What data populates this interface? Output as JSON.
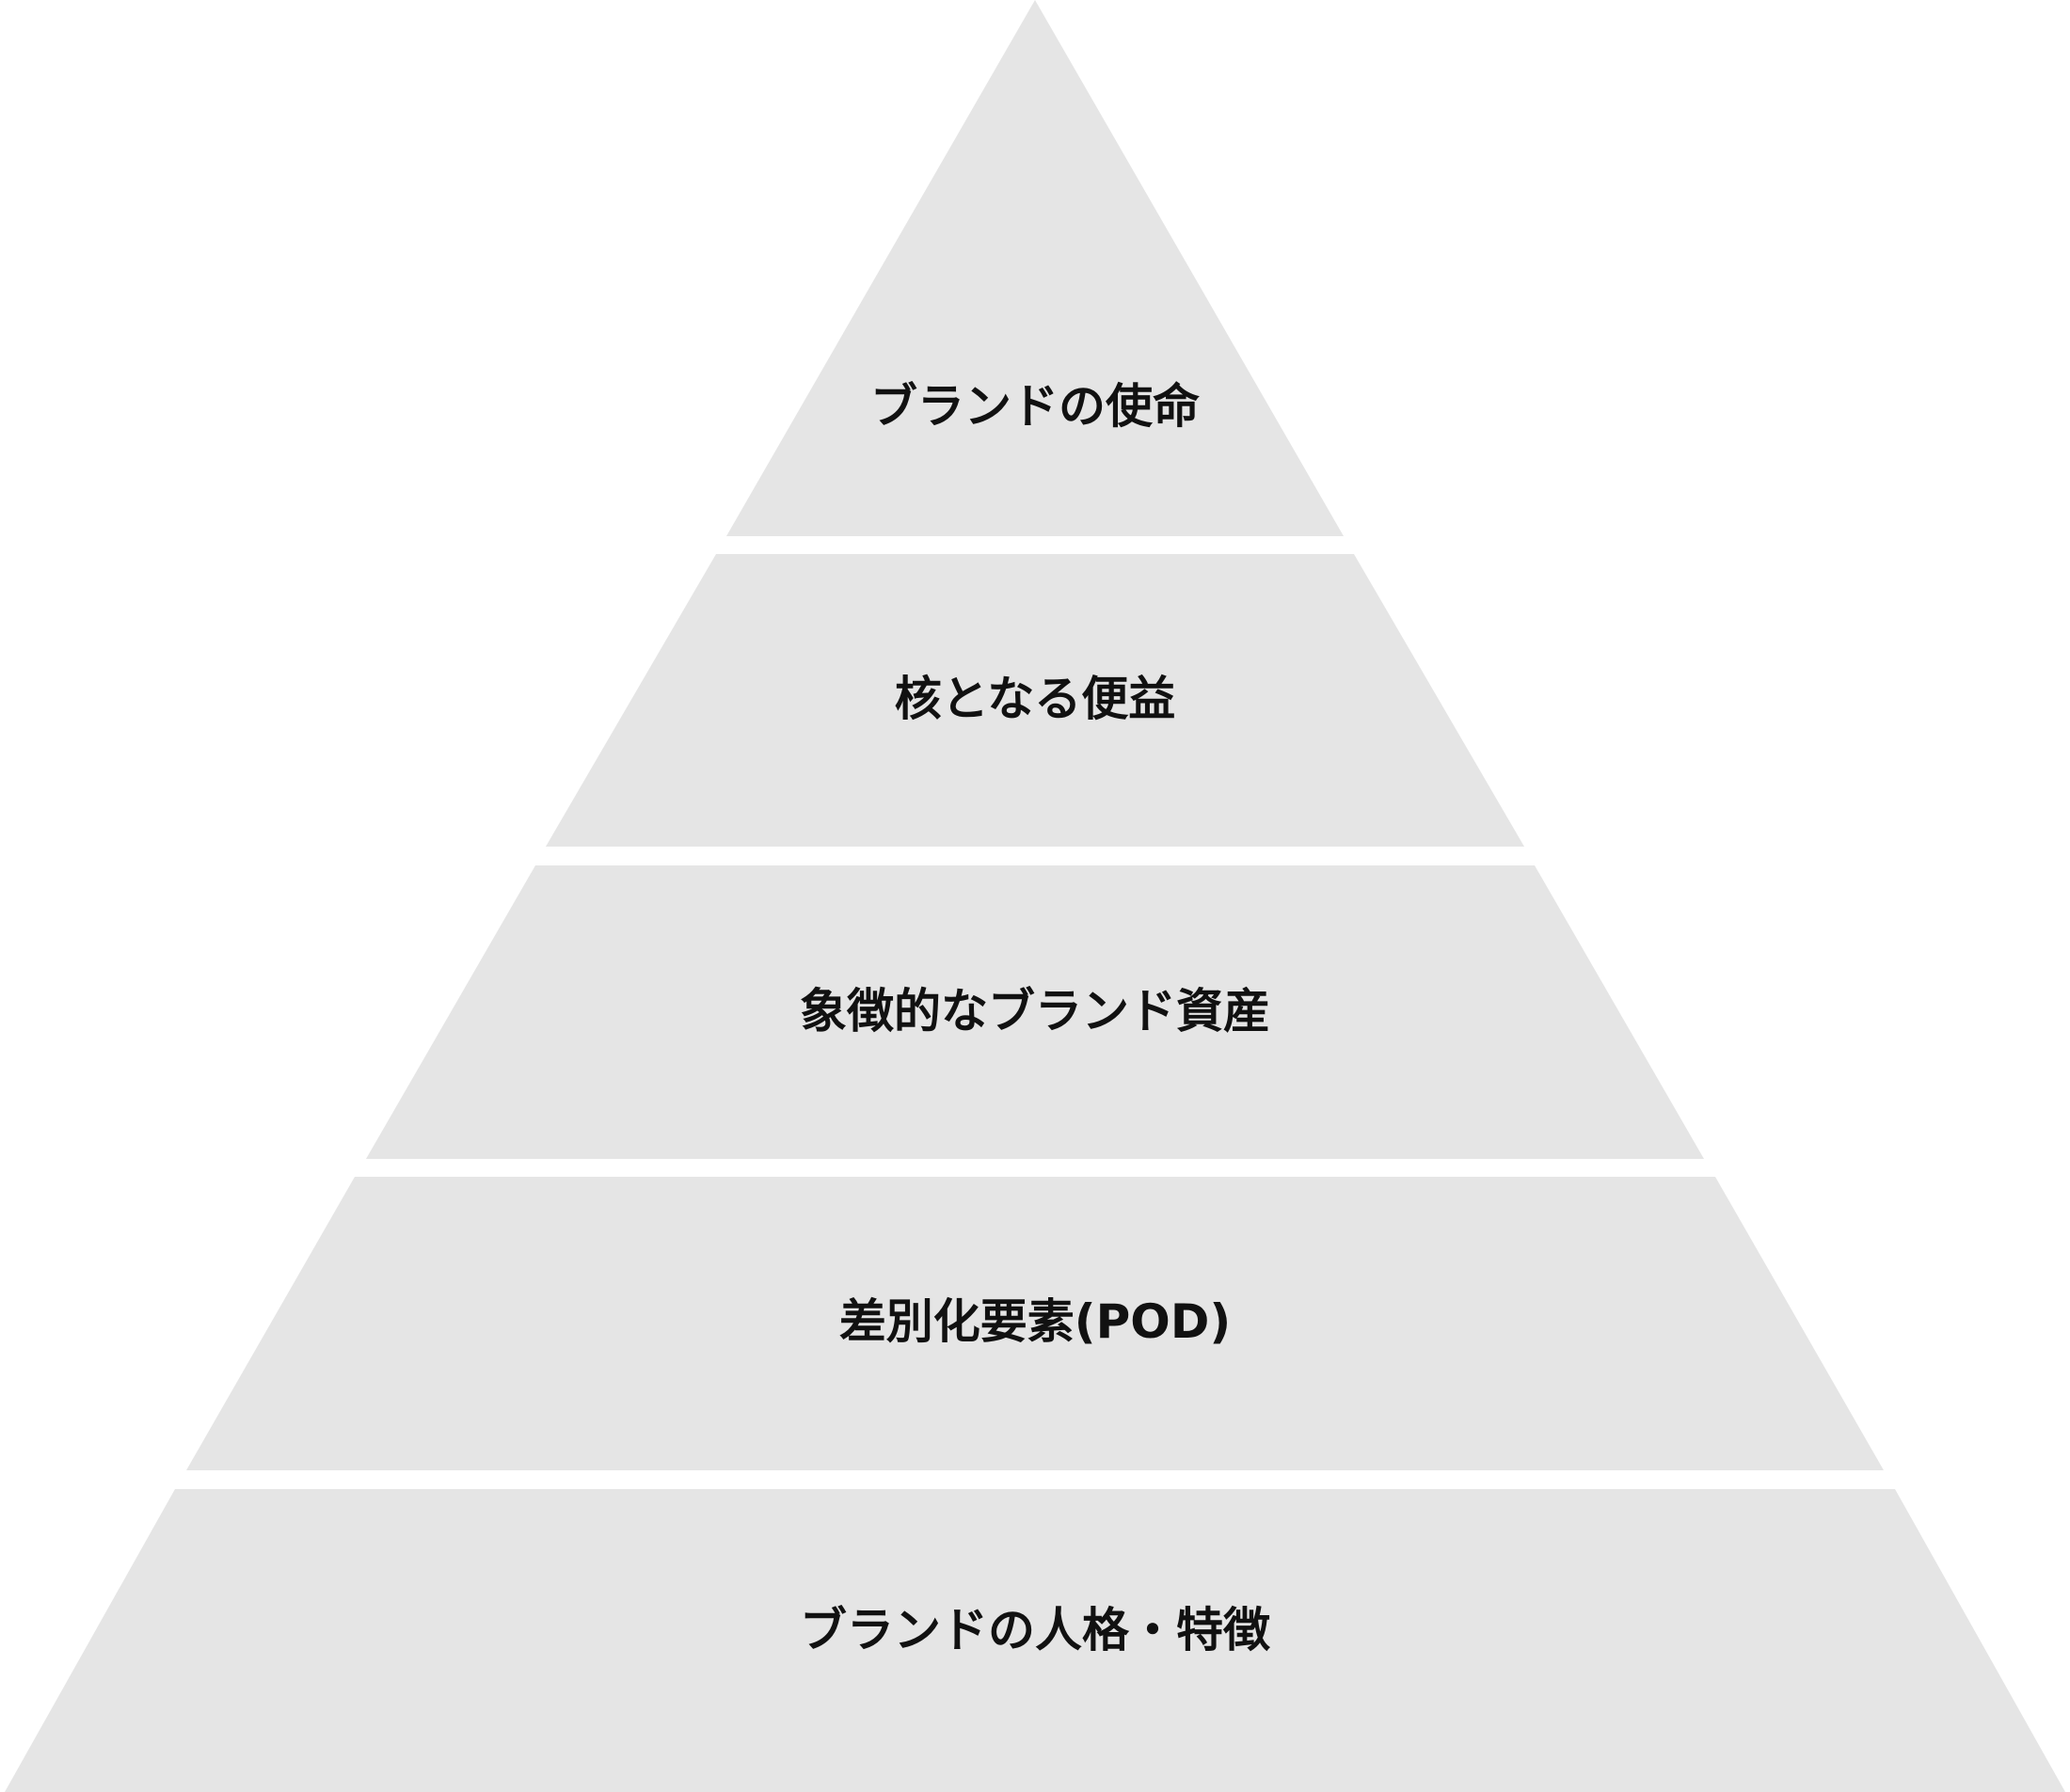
{
  "pyramid": {
    "tiers": [
      {
        "label": "ブランドの使命"
      },
      {
        "label": "核となる便益"
      },
      {
        "label": "象徴的なブランド資産"
      },
      {
        "label": "差別化要素(POD)"
      },
      {
        "label": "ブランドの人格・特徴"
      }
    ],
    "colors": {
      "fill": "#e5e5e5",
      "text": "#111111",
      "background": "#ffffff"
    }
  }
}
